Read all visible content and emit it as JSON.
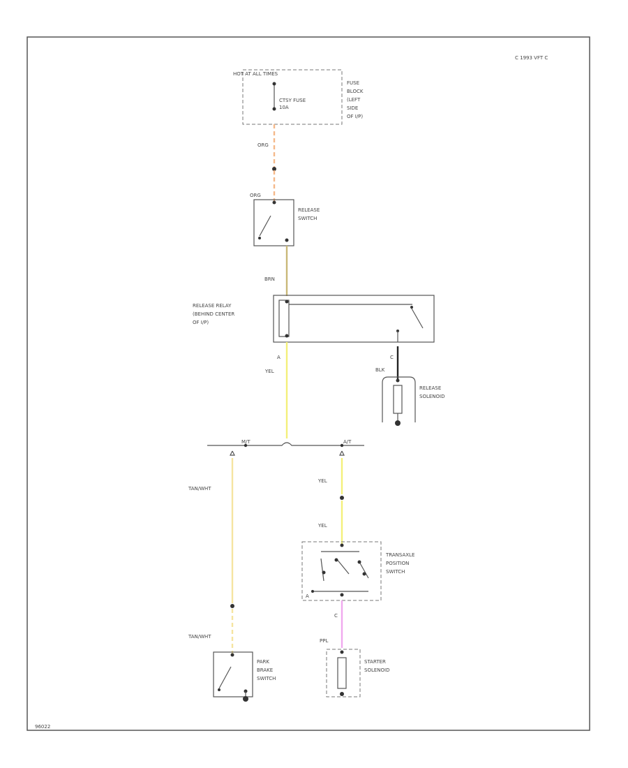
{
  "header": {
    "code": "C 1993 VFT C",
    "figure_id": "96022"
  },
  "colors": {
    "orange": "#f5b98a",
    "brown": "#c9b878",
    "yellow": "#f4f07a",
    "tan": "#f5e4a0",
    "black": "#222222",
    "violet": "#f0a8ee",
    "frame": "#555555"
  },
  "fuse": {
    "power_label": "HOT AT ALL TIMES",
    "fuse_label_1": "CTSY FUSE",
    "fuse_label_2": "10A",
    "block_label": [
      "FUSE",
      "BLOCK",
      "(LEFT",
      "SIDE",
      "OF I/P)"
    ]
  },
  "wires": {
    "w1": "ORG",
    "w2": "ORG",
    "w3": "BRN",
    "w4_pin": "A",
    "w4": "YEL",
    "w5_pin": "C",
    "w5": "BLK",
    "w6": "TAN/WHT",
    "w7": "YEL",
    "w8": "YEL",
    "w9_pin": "C",
    "w10": "PPL",
    "w11": "TAN/WHT"
  },
  "release_switch": {
    "label": [
      "RELEASE",
      "SWITCH"
    ]
  },
  "release_relay": {
    "label": [
      "RELEASE RELAY",
      "(BEHIND CENTER",
      "OF I/P)"
    ]
  },
  "release_solenoid": {
    "label": [
      "RELEASE",
      "SOLENOID"
    ]
  },
  "branches": {
    "left": "M/T",
    "right": "A/T"
  },
  "transaxle_switch": {
    "label": [
      "TRANSAXLE",
      "POSITION",
      "SWITCH"
    ],
    "pin": "A"
  },
  "park_brake_switch": {
    "label": [
      "PARK",
      "BRAKE",
      "SWITCH"
    ]
  },
  "starter_solenoid": {
    "label": [
      "STARTER",
      "SOLENOID"
    ]
  }
}
